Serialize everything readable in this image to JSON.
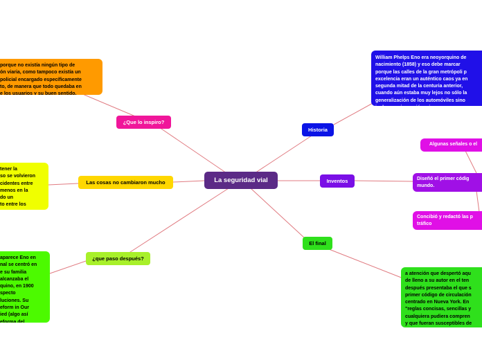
{
  "colors": {
    "central": "#5b2a86",
    "link": "#e07a80",
    "que_lo_inspiro": "#f0169a",
    "historia": "#0b14e6",
    "inventos": "#7a0fe6",
    "no_cambiaron": "#ffd700",
    "que_paso": "#a8f02a",
    "el_final": "#2fe01c",
    "orange_note": "#ff9a00",
    "yellow_note": "#f0ff00",
    "green_note": "#4cfa00",
    "blue_note": "#2010e8",
    "magenta_note": "#e010e6",
    "purple_note": "#a010e6"
  },
  "central": {
    "label": "La seguridad vial"
  },
  "topics": {
    "que_lo_inspiro": "¿Que lo inspiro?",
    "historia": "Historia",
    "inventos": "Inventos",
    "no_cambiaron": "Las cosas no cambiaron mucho",
    "que_paso": "¿que paso después?",
    "el_final": "El final"
  },
  "notes": {
    "orange": "porque no existía ningún tipo de\nón viaria, como tampoco existía un\npolicial encargado específicamente\nto, de manera que todo quedaba en\ne los usuarios y su buen sentido.",
    "yellow": "tener la\nso se volvieron\ncidentes entre\nmenos en la\ndo un\nto entre los",
    "green": "aparece Eno en\nnal se centró en\ne su familia\nalcanzaba el\nquino, en 1900\nspecto\nluciones. Su\neform in Our\nied (algo así\neforma del",
    "historia_note": "William Phelps Eno era neoyorquino de\nnacimiento (1858) y eso debe marcar\nporque las calles de la gran metrópoli p\nexcelencia eran un auténtico caos ya en\nsegunda mitad de la centuria anterior,\ncuando aún estaba muy lejos no sólo la\ngeneralización de los automóviles sino\nincluso su invención misma.",
    "senales": "Algunas señales o el",
    "disenio": "Diseñó el primer códig\nmundo.",
    "concibio": "Concibió y redactó las p\ntráfico",
    "final_note": "a atención que despertó aqu\nde lleno a su autor en el ten\ndespués presentaba el que s\nprimer código de circulación\ncentrado en Nueva York. En\n\"reglas concisas, sencillas y\ncualquiera pudiera compren\ny que fueran susceptibles de\nsu aplicación práctica."
  }
}
